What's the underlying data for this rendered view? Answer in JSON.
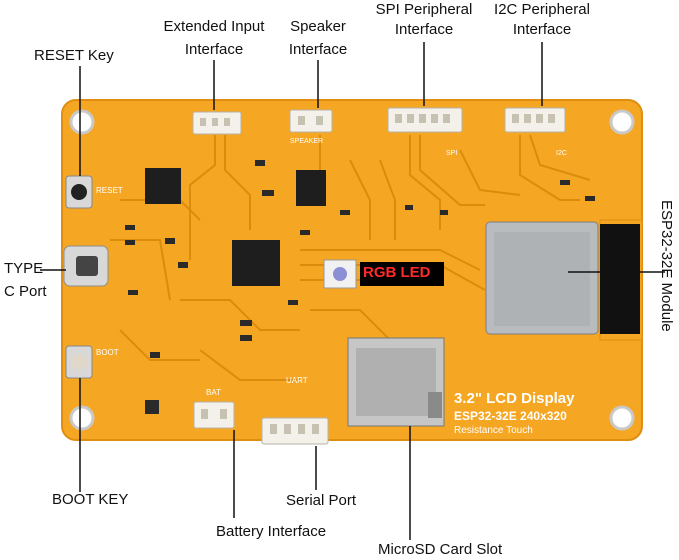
{
  "labels": {
    "extended_input": [
      "Extended Input",
      "Interface"
    ],
    "speaker": [
      "Speaker",
      "Interface"
    ],
    "spi": [
      "SPI Peripheral",
      "Interface"
    ],
    "i2c": [
      "I2C Peripheral",
      "Interface"
    ],
    "reset_key": "RESET Key",
    "type_c": [
      "TYPE",
      "C Port"
    ],
    "boot_key": "BOOT KEY",
    "battery": "Battery Interface",
    "serial_port": "Serial Port",
    "microsd": "MicroSD Card Slot",
    "esp32_module": "ESP32-32E Module"
  },
  "board": {
    "rgb_led": "RGB LED",
    "title": "3.2\" LCD Display",
    "subtitle": "ESP32-32E  240x320",
    "touch": "Resistance Touch",
    "silk_reset": "RESET",
    "silk_boot": "BOOT",
    "silk_bat": "BAT",
    "silk_uart": "UART",
    "silk_speaker": "SPEAKER",
    "silk_spi": "SPI",
    "silk_i2c": "I2C"
  },
  "colors": {
    "pcb": "#f5a623",
    "pcb_edge": "#e08e10",
    "trace": "#d98a0a",
    "connector": "#f4f1ea",
    "chip": "#1e1e1e",
    "shield": "#b9bcbf",
    "led_label_bg": "#000000",
    "led_label_fg": "#ff2a2a"
  }
}
